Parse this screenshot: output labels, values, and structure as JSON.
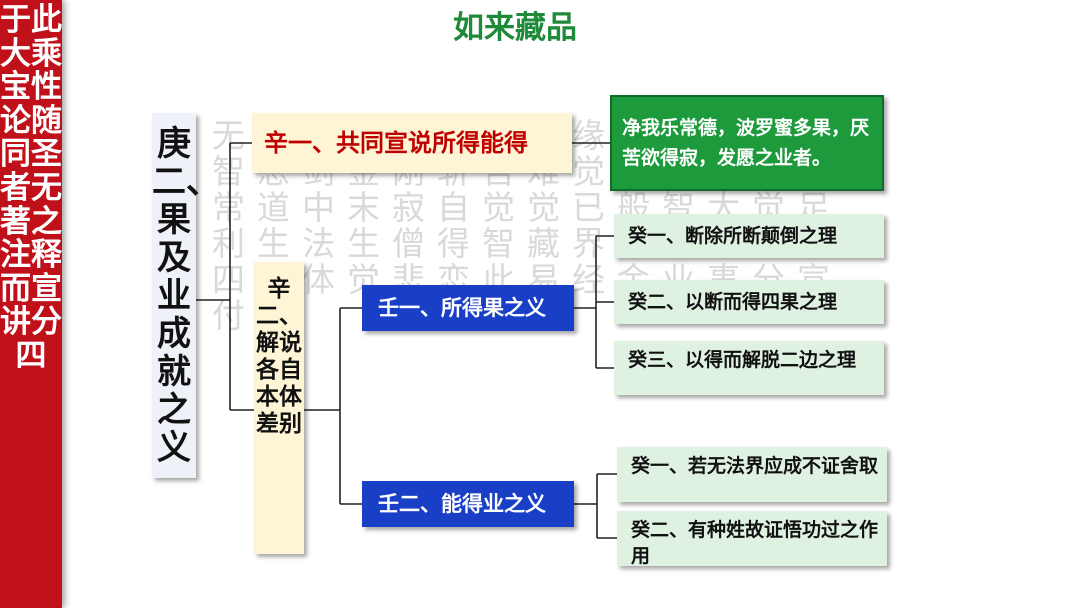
{
  "sidebar": {
    "text": "于此大乘宝性论随同圣者无著之注释而宣讲分四"
  },
  "header": {
    "title": "如来藏品"
  },
  "background": {
    "watermark_text": "无为任运成非依他缘证所绕疑境智悲剑金刚斩苦难觉觉说所畏恒常道中末寂自觉觉已般智大觉足利生法生僧得智藏界妙系全德大四决体觉悲恋此易经金业事分宣付业"
  },
  "diagram": {
    "root": "庚二、果及业成就之义",
    "branch1": "辛一、共同宣说所得能得",
    "branch1_note": "净我乐常德，波罗蜜多果，厌苦欲得寂，发愿之业者。",
    "branch2": "辛二、解说各自本体差别",
    "ren1": "壬一、所得果之义",
    "ren2": "壬二、能得业之义",
    "gui_ren1": [
      "癸一、断除所断颠倒之理",
      "癸二、以断而得四果之理",
      "癸三、以得而解脱二边之理"
    ],
    "gui_ren2": [
      "癸一、若无法界应成不证舍取",
      "癸二、有种姓故证悟功过之作用"
    ]
  },
  "colors": {
    "sidebar": "#c0111b",
    "title": "#1f8a3a",
    "ren_box": "#1a3fc7",
    "note_box": "#1c9a3c",
    "gui_box": "#dff2e2",
    "xin_box": "#fdf5d6"
  }
}
